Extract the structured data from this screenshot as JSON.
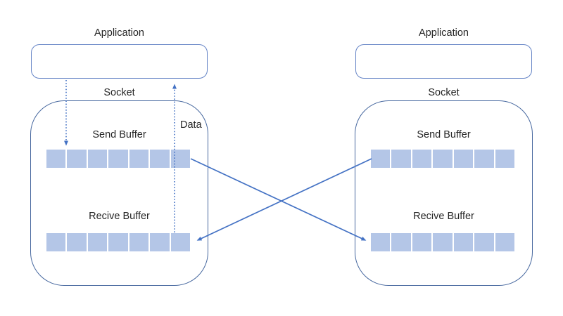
{
  "diagram": {
    "data_label": "Data",
    "hosts": [
      {
        "side": "left",
        "application_label": "Application",
        "socket_label": "Socket",
        "send_buffer_label": "Send Buffer",
        "receive_buffer_label": "Recive Buffer",
        "send_buffer_cells": 7,
        "receive_buffer_cells": 7
      },
      {
        "side": "right",
        "application_label": "Application",
        "socket_label": "Socket",
        "send_buffer_label": "Send Buffer",
        "receive_buffer_label": "Recive Buffer",
        "send_buffer_cells": 7,
        "receive_buffer_cells": 7
      }
    ],
    "colors": {
      "arrow": "#4472c4",
      "buffer_cell": "#b4c6e7",
      "app_box_border": "#6584c6",
      "socket_box_border": "#47689f",
      "text": "#262626"
    }
  }
}
